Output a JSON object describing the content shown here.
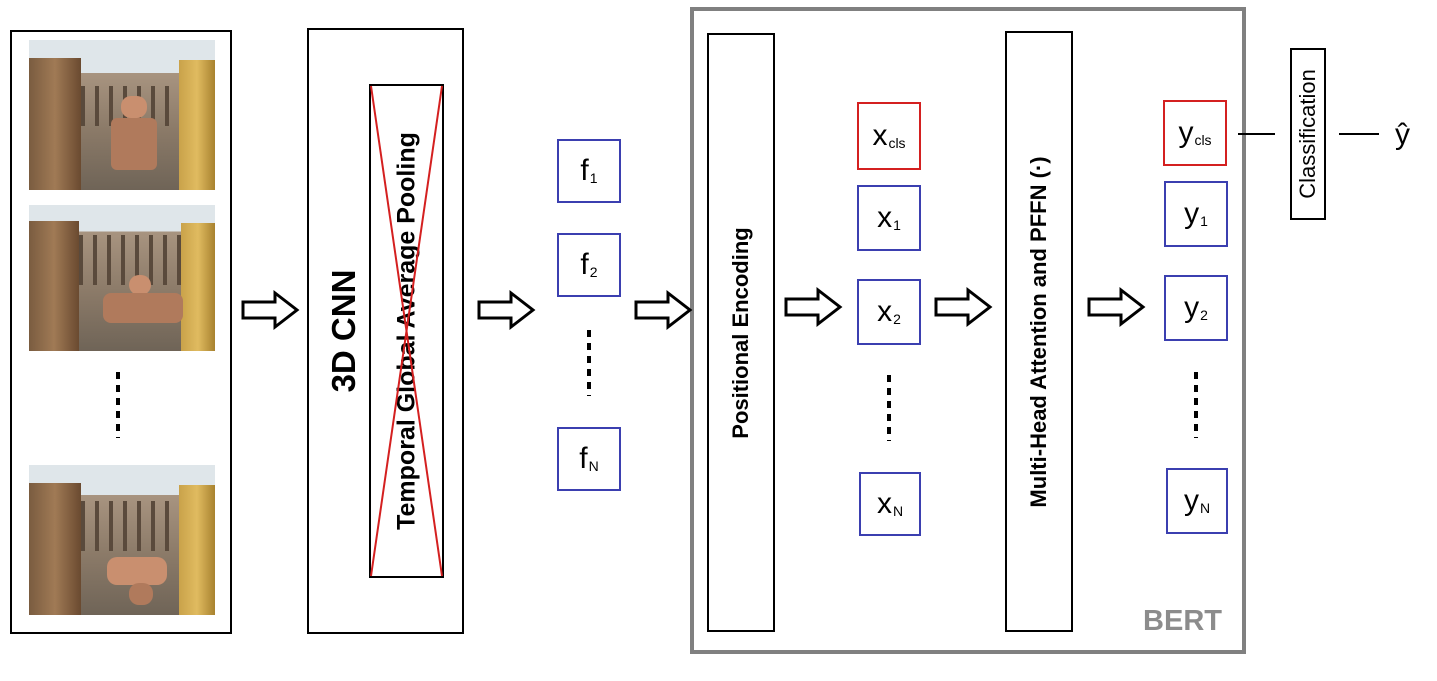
{
  "cnn": {
    "title": "3D CNN",
    "pooling": "Temporal Global Average Pooling"
  },
  "features": [
    {
      "base": "f",
      "sub": "1"
    },
    {
      "base": "f",
      "sub": "2"
    },
    {
      "base": "f",
      "sub": "N"
    }
  ],
  "bert": {
    "label": "BERT",
    "positional_encoding": "Positional Encoding",
    "attention": "Multi-Head Attention and PFFN (·)",
    "inputs": [
      {
        "base": "x",
        "sub": "cls"
      },
      {
        "base": "x",
        "sub": "1"
      },
      {
        "base": "x",
        "sub": "2"
      },
      {
        "base": "x",
        "sub": "N"
      }
    ],
    "outputs": [
      {
        "base": "y",
        "sub": "cls"
      },
      {
        "base": "y",
        "sub": "1"
      },
      {
        "base": "y",
        "sub": "2"
      },
      {
        "base": "y",
        "sub": "N"
      }
    ]
  },
  "classification": "Classification",
  "prediction": "ŷ",
  "colors": {
    "token_border": "#3b3fb0",
    "cls_border": "#d42020",
    "bert_border": "#808080",
    "bert_label": "#8c8c8c"
  }
}
